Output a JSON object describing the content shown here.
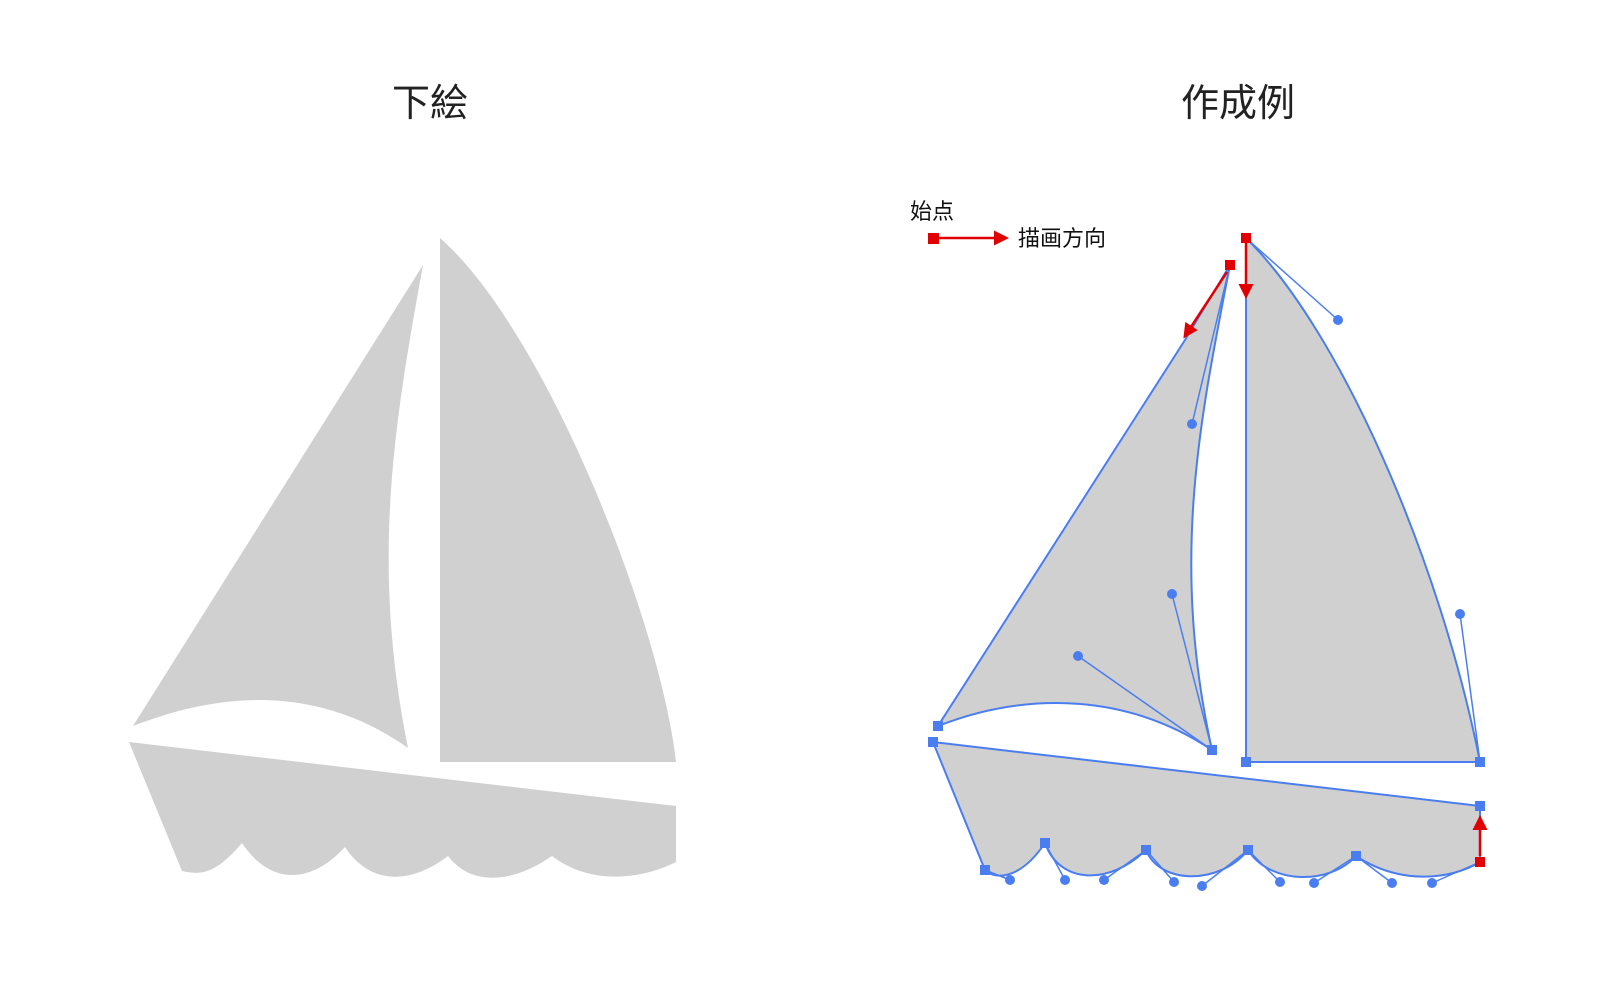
{
  "left_panel": {
    "title": "下絵"
  },
  "right_panel": {
    "title": "作成例"
  },
  "legend": {
    "start_point_label": "始点",
    "direction_label": "描画方向"
  },
  "colors": {
    "shape_fill": "#d0d0d0",
    "path_stroke": "#4a7ef0",
    "anchor": "#4a7ef0",
    "start_marker": "#e00000"
  }
}
